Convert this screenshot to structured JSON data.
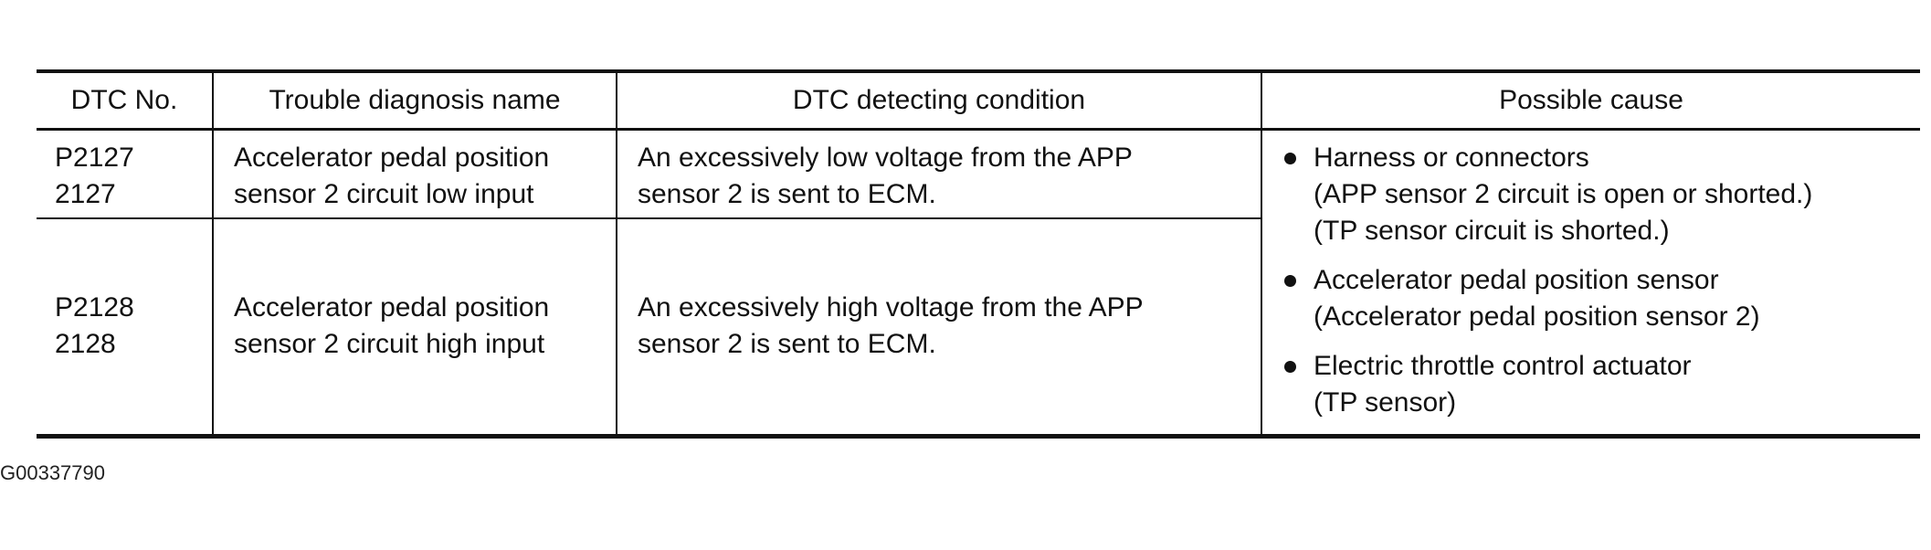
{
  "table": {
    "headers": [
      "DTC No.",
      "Trouble diagnosis name",
      "DTC detecting condition",
      "Possible cause"
    ],
    "rows": [
      {
        "dtc": [
          "P2127",
          "2127"
        ],
        "name": [
          "Accelerator pedal position",
          "sensor 2 circuit low input"
        ],
        "condition": [
          "An excessively low voltage from the APP",
          "sensor 2 is sent to ECM."
        ]
      },
      {
        "dtc": [
          "P2128",
          "2128"
        ],
        "name": [
          "Accelerator pedal position",
          "sensor 2 circuit high input"
        ],
        "condition": [
          "An excessively high voltage from the APP",
          "sensor 2 is sent to ECM."
        ]
      }
    ],
    "possible_causes": [
      {
        "lines": [
          "Harness or connectors",
          "(APP sensor 2 circuit is open or shorted.)",
          "(TP sensor circuit is shorted.)"
        ]
      },
      {
        "lines": [
          "Accelerator pedal position sensor",
          "(Accelerator pedal position sensor 2)"
        ]
      },
      {
        "lines": [
          "Electric throttle control actuator",
          "(TP sensor)"
        ]
      }
    ]
  },
  "figure_id": "G00337790"
}
